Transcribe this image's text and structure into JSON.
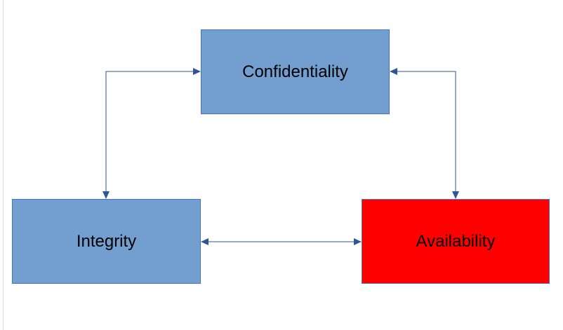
{
  "diagram": {
    "nodes": [
      {
        "id": "confidentiality",
        "label": "Confidentiality",
        "fill": "#729fcf"
      },
      {
        "id": "integrity",
        "label": "Integrity",
        "fill": "#729fcf"
      },
      {
        "id": "availability",
        "label": "Availability",
        "fill": "#ff0000"
      }
    ],
    "edges": [
      {
        "from": "integrity",
        "to": "confidentiality",
        "style": "bidirectional"
      },
      {
        "from": "confidentiality",
        "to": "availability",
        "style": "bidirectional"
      },
      {
        "from": "integrity",
        "to": "availability",
        "style": "bidirectional"
      }
    ],
    "colors": {
      "connector": "#2f5597",
      "border": "#4472c4"
    }
  }
}
